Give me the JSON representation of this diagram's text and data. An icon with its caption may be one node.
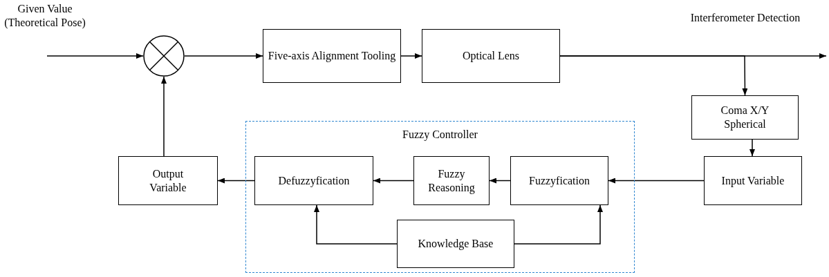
{
  "diagram": {
    "nodes": [
      {
        "text": [],
        "shape": "circle"
      },
      {
        "text": [
          "Five-axis Alignment Tooling"
        ]
      },
      {
        "text": [
          "Optical  Lens"
        ]
      },
      {
        "text": [
          "Coma X/Y Spherical"
        ]
      },
      {
        "text": [
          "Input Variable"
        ]
      },
      {
        "text": [
          "Fuzzy Controller"
        ]
      },
      {
        "text": [
          "Fuzzyfication"
        ],
        "in": 5
      },
      {
        "text": [
          "Fuzzy Reasoning"
        ],
        "in": 5
      },
      {
        "text": [
          "Defuzzyfication"
        ],
        "in": 5
      },
      {
        "text": [
          "Knowledge Base"
        ],
        "in": 5
      },
      {
        "text": [
          "Output Variable"
        ]
      }
    ],
    "edges": [
      {
        "from": null,
        "to": 0,
        "arrow": "to"
      },
      {
        "from": 0,
        "to": 1,
        "arrow": "to"
      },
      {
        "from": 1,
        "to": 2,
        "arrow": "to"
      },
      {
        "from": 2,
        "to": null,
        "arrow": "to"
      },
      {
        "from": 2,
        "to": 3,
        "arrow": "to"
      },
      {
        "from": 3,
        "to": 4,
        "arrow": "to"
      },
      {
        "from": 4,
        "to": 6,
        "arrow": "to"
      },
      {
        "from": 6,
        "to": 7,
        "arrow": "to"
      },
      {
        "from": 7,
        "to": 8,
        "arrow": "to"
      },
      {
        "from": 8,
        "to": 10,
        "arrow": "to"
      },
      {
        "from": 10,
        "to": 0,
        "arrow": "to"
      },
      {
        "from": 9,
        "to": 8,
        "arrow": "to"
      },
      {
        "from": 9,
        "to": 6,
        "arrow": "to"
      }
    ],
    "labels": [
      "Given Value (Theoretical Pose)",
      "Interferometer Detection"
    ]
  }
}
